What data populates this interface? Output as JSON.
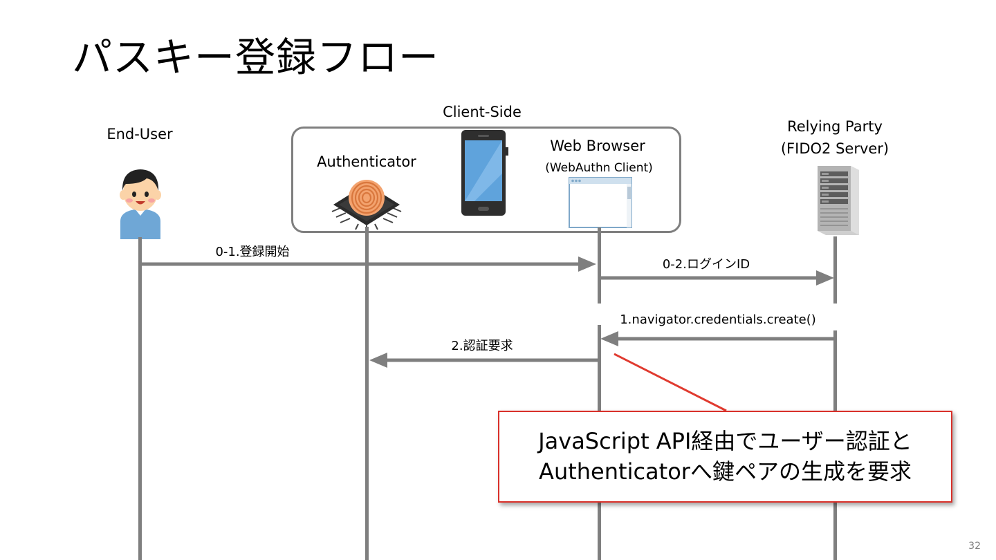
{
  "slide": {
    "title": "パスキー登録フロー",
    "page_number": "32"
  },
  "group": {
    "label": "Client-Side"
  },
  "actors": {
    "end_user": {
      "label": "End-User"
    },
    "authenticator": {
      "label": "Authenticator"
    },
    "browser": {
      "label": "Web Browser",
      "sublabel": "(WebAuthn Client)"
    },
    "relying_party": {
      "label": "Relying Party",
      "sublabel": "(FIDO2 Server)"
    }
  },
  "messages": [
    {
      "label": "0-1.登録開始",
      "from": "end_user",
      "to": "browser"
    },
    {
      "label": "0-2.ログインID",
      "from": "browser",
      "to": "relying_party"
    },
    {
      "label": "1.navigator.credentials.create()",
      "from": "relying_party",
      "to": "browser"
    },
    {
      "label": "2.認証要求",
      "from": "browser",
      "to": "authenticator"
    }
  ],
  "callout": {
    "line1": "JavaScript API経由でユーザー認証と",
    "line2": "Authenticatorへ鍵ペアの生成を要求"
  },
  "colors": {
    "line": "#7f7f7f",
    "callout_border": "#d9302a",
    "accent_red": "#e03a2f"
  }
}
